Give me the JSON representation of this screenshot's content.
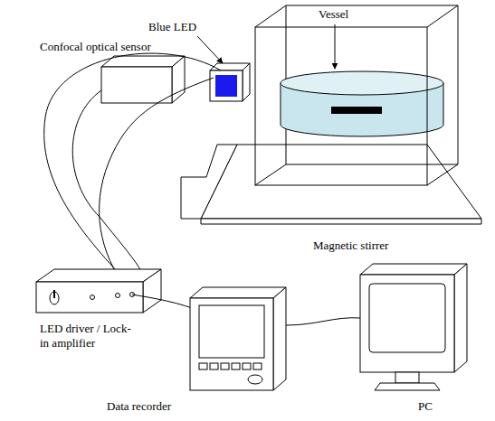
{
  "diagram": {
    "labels": [
      "Vessel",
      "Blue LED",
      "Confocal optical sensor",
      "Magnetic stirrer",
      "LED driver / Lock-in amplifier",
      "Data recorder",
      "PC"
    ]
  }
}
